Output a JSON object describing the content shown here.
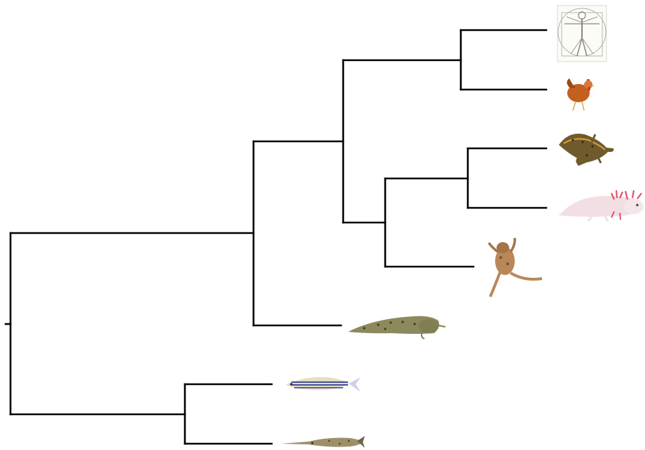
{
  "diagram": {
    "type": "phylogenetic-tree",
    "line_color": "#000000",
    "background": "#ffffff",
    "leaves": [
      {
        "id": "human",
        "icon": "vitruvian-man-icon"
      },
      {
        "id": "chicken",
        "icon": "chicken-icon"
      },
      {
        "id": "newt",
        "icon": "newt-icon"
      },
      {
        "id": "axolotl",
        "icon": "axolotl-icon"
      },
      {
        "id": "frog",
        "icon": "clawed-frog-icon"
      },
      {
        "id": "lungfish",
        "icon": "lungfish-icon"
      },
      {
        "id": "zebrafish",
        "icon": "zebrafish-icon"
      },
      {
        "id": "gar",
        "icon": "gar-icon"
      }
    ],
    "clades": [
      {
        "id": "amniotes",
        "members": [
          "human",
          "chicken"
        ]
      },
      {
        "id": "salamanders",
        "members": [
          "newt",
          "axolotl"
        ]
      },
      {
        "id": "amphibians",
        "members": [
          "salamanders",
          "frog"
        ]
      },
      {
        "id": "tetrapods",
        "members": [
          "amniotes",
          "amphibians"
        ]
      },
      {
        "id": "sarcopterygians",
        "members": [
          "tetrapods",
          "lungfish"
        ]
      },
      {
        "id": "actinopterygians",
        "members": [
          "zebrafish",
          "gar"
        ]
      },
      {
        "id": "root",
        "members": [
          "sarcopterygians",
          "actinopterygians"
        ]
      }
    ]
  }
}
